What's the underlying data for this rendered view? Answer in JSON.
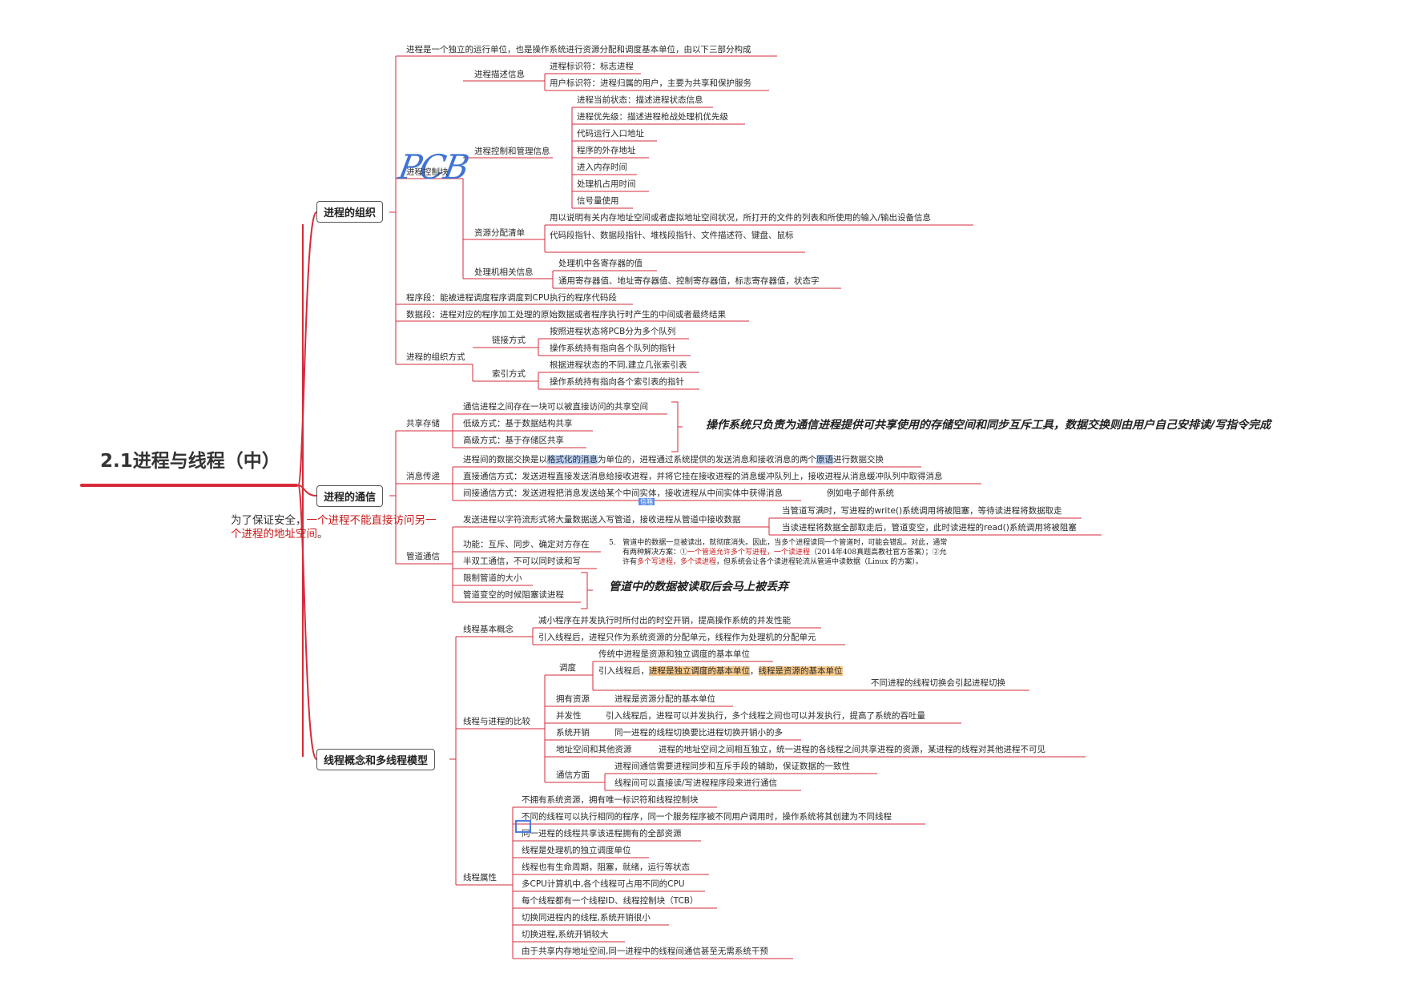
{
  "root": {
    "title": "2.1进程与线程（中）"
  },
  "sections": [
    {
      "label": "进程的组织"
    },
    {
      "label": "进程的通信"
    },
    {
      "label": "线程概念和多线程模型"
    }
  ],
  "side_note": {
    "prefix": "为了保证安全，",
    "highlight": "一个进程不能直接访问另一个进程的地址空间",
    "suffix": "。"
  },
  "org": {
    "intro": "进程是一个独立的运行单位，也是操作系统进行资源分配和调度基本单位，由以下三部分构成",
    "pcb_label": "进程控制块",
    "pcb_handwriting": "PCB",
    "desc": {
      "label": "进程描述信息",
      "items": [
        "进程标识符：标志进程",
        "用户标识符：进程归属的用户，主要为共享和保护服务"
      ]
    },
    "ctrl": {
      "label": "进程控制和管理信息",
      "items": [
        "进程当前状态：描述进程状态信息",
        "进程优先级：描述进程枪战处理机优先级",
        "代码运行入口地址",
        "程序的外存地址",
        "进入内存时间",
        "处理机占用时间",
        "信号量使用"
      ]
    },
    "res": {
      "label": "资源分配清单",
      "items": [
        "用以说明有关内存地址空间或者虚拟地址空间状况，所打开的文件的列表和所使用的输入/输出设备信息",
        "代码段指针、数据段指针、堆栈段指针、文件描述符、键盘、鼠标"
      ]
    },
    "cpu": {
      "label": "处理机相关信息",
      "items": [
        "处理机中各寄存器的值",
        "通用寄存器值、地址寄存器值、控制寄存器值，标志寄存器值，状态字"
      ]
    },
    "program_seg": "程序段：能被进程调度程序调度到CPU执行的程序代码段",
    "data_seg": "数据段：进程对应的程序加工处理的原始数据或者程序执行时产生的中间或者最终结果",
    "methods": {
      "label": "进程的组织方式",
      "link": {
        "label": "链接方式",
        "items": [
          "按照进程状态将PCB分为多个队列",
          "操作系统持有指向各个队列的指针"
        ]
      },
      "index": {
        "label": "索引方式",
        "items": [
          "根据进程状态的不同,建立几张索引表",
          "操作系统持有指向各个索引表的指针"
        ]
      }
    }
  },
  "comm": {
    "shared": {
      "label": "共享存储",
      "items": [
        "通信进程之间存在一块可以被直接访问的共享空间",
        "低级方式：基于数据结构共享",
        "高级方式：基于存储区共享"
      ],
      "emphasis": "操作系统只负责为通信进程提供可共享使用的存储空间和同步互斥工具，数据交换则由用户自己安排读/写指令完成"
    },
    "msg": {
      "label": "消息传递",
      "item1_pre": "进程间的数据交换是以",
      "item1_hl1": "格式化的消息",
      "item1_mid": "为单位的，进程通过系统提供的发送消息和接收消息的两个",
      "item1_hl2": "原语",
      "item1_post": "进行数据交换",
      "direct": "直接通信方式：发送进程直接发送消息给接收进程，并将它挂在接收进程的消息缓冲队列上，接收进程从消息缓冲队列中取得消息",
      "indirect": "间接通信方式：发送进程把消息发送给某个中间实体，接收进程从中间实体中获得消息",
      "indirect_example": "例如电子邮件系统",
      "blue_tag": "信箱"
    },
    "pipe": {
      "label": "管道通信",
      "main": "发送进程以字符流形式将大量数据送入写管道，接收进程从管道中接收数据",
      "full": "当管道写满时，写进程的write()系统调用将被阻塞，等待读进程将数据取走",
      "empty": "当读进程将数据全部取走后，管道变空，此时读进程的read()系统调用将被阻塞",
      "items": [
        "功能：互斥、同步、确定对方存在",
        "半双工通信，不可以同时读和写",
        "限制管道的大小",
        "管道变空的时候阻塞读进程"
      ],
      "note_num": "5.",
      "note_l1": "管道中的数据一旦被读出，就彻底消失。因此，当多个进程读同一个管道时，可能会错乱。对此，通常",
      "note_l2_pre": "有两种解决方案：①",
      "note_l2_r1": "一个管道允许多个写进程，一个读进程",
      "note_l2_post": "（2014年408真题高教社官方答案）；②允",
      "note_l3_pre": "许有",
      "note_l3_r1": "多个写进程，多个读进程",
      "note_l3_post": "，但系统会让各个读进程轮流从管道中读数据（Linux 的方案）。",
      "emphasis": "管道中的数据被读取后会马上被丢弃"
    }
  },
  "thread": {
    "basic": {
      "label": "线程基本概念",
      "items": [
        "减小程序在并发执行时所付出的时空开销，提高操作系统的并发性能",
        "引入线程后，进程只作为系统资源的分配单元，线程作为处理机的分配单元"
      ]
    },
    "compare": {
      "label": "线程与进程的比较",
      "sched_label": "调度",
      "sched_1": "传统中进程是资源和独立调度的基本单位",
      "sched_2_pre": "引入线程后，",
      "sched_2_hl1": "进程是独立调度的基本单位",
      "sched_2_sep": "，",
      "sched_2_hl2": "线程是资源的基本单位",
      "sched_3": "不同进程的线程切换会引起进程切换",
      "rows": [
        {
          "k": "拥有资源",
          "v": "进程是资源分配的基本单位"
        },
        {
          "k": "并发性",
          "v": "引入线程后，进程可以并发执行，多个线程之间也可以并发执行，提高了系统的吞吐量"
        },
        {
          "k": "系统开销",
          "v": "同一进程的线程切换要比进程切换开销小的多"
        },
        {
          "k": "地址空间和其他资源",
          "v": "进程的地址空间之间相互独立，统一进程的各线程之间共享进程的资源，某进程的线程对其他进程不可见"
        }
      ],
      "comm_label": "通信方面",
      "comm_items": [
        "进程间通信需要进程同步和互斥手段的辅助，保证数据的一致性",
        "线程间可以直接读/写进程程序段来进行通信"
      ]
    },
    "attrs": {
      "label": "线程属性",
      "items": [
        "不拥有系统资源，拥有唯一标识符和线程控制块",
        "不同的线程可以执行相同的程序，同一个服务程序被不同用户调用时，操作系统将其创建为不同线程",
        "同一进程的线程共享该进程拥有的全部资源",
        "线程是处理机的独立调度单位",
        "线程也有生命周期，阻塞，就绪，运行等状态",
        "多CPU计算机中,各个线程可占用不同的CPU",
        "每个线程都有一个线程ID、线程控制块（TCB）",
        "切换同进程内的线程,系统开销很小",
        "切换进程,系统开销较大",
        "由于共享内存地址空间,同一进程中的线程间通信甚至无需系统干预"
      ]
    }
  },
  "colors": {
    "branch": "#d62a39",
    "highlight_blue": "#b8d0f6",
    "highlight_orange": "#f7c98a",
    "handwriting": "#3f74d6"
  }
}
